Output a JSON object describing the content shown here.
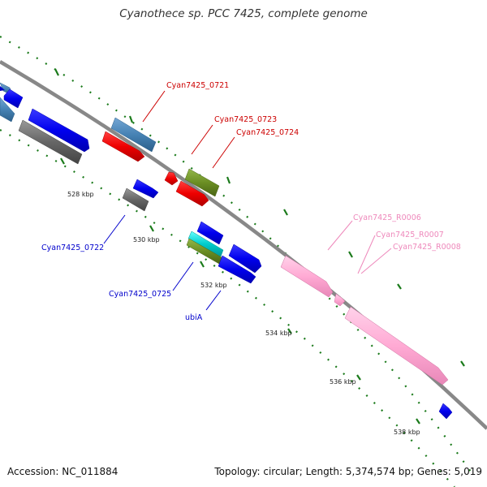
{
  "title": "Cyanothece sp. PCC 7425, complete genome",
  "footer": {
    "accession": "Accession: NC_011884",
    "summary": "Topology: circular; Length: 5,374,574 bp; Genes: 5,019"
  },
  "ruler_labels": [
    "528 kbp",
    "530 kbp",
    "532 kbp",
    "534 kbp",
    "536 kbp",
    "538 kbp"
  ],
  "gene_labels": [
    {
      "id": "cyan-0721",
      "text": "Cyan7425_0721",
      "color": "#cc0000"
    },
    {
      "id": "cyan-0723",
      "text": "Cyan7425_0723",
      "color": "#cc0000"
    },
    {
      "id": "cyan-0724",
      "text": "Cyan7425_0724",
      "color": "#cc0000"
    },
    {
      "id": "cyan-0722",
      "text": "Cyan7425_0722",
      "color": "#0000cc"
    },
    {
      "id": "cyan-0725",
      "text": "Cyan7425_0725",
      "color": "#0000cc"
    },
    {
      "id": "ubia",
      "text": "ubiA",
      "color": "#0000cc"
    },
    {
      "id": "cyan-r0006",
      "text": "Cyan7425_R0006",
      "color": "#ee88bb"
    },
    {
      "id": "cyan-r0007",
      "text": "Cyan7425_R0007",
      "color": "#ee88bb"
    },
    {
      "id": "cyan-r0008",
      "text": "Cyan7425_R0008",
      "color": "#ee88bb"
    }
  ],
  "colors": {
    "backbone": "#888888",
    "ticks": "#1a7a1a",
    "cds_blue": "#0000ee",
    "cds_red": "#ee0000",
    "cds_steel": "#4682b4",
    "cds_gray": "#666666",
    "cds_olive": "#6b8e23",
    "cds_cyan": "#00cccc",
    "rrna_pink": "#ffaad4"
  }
}
